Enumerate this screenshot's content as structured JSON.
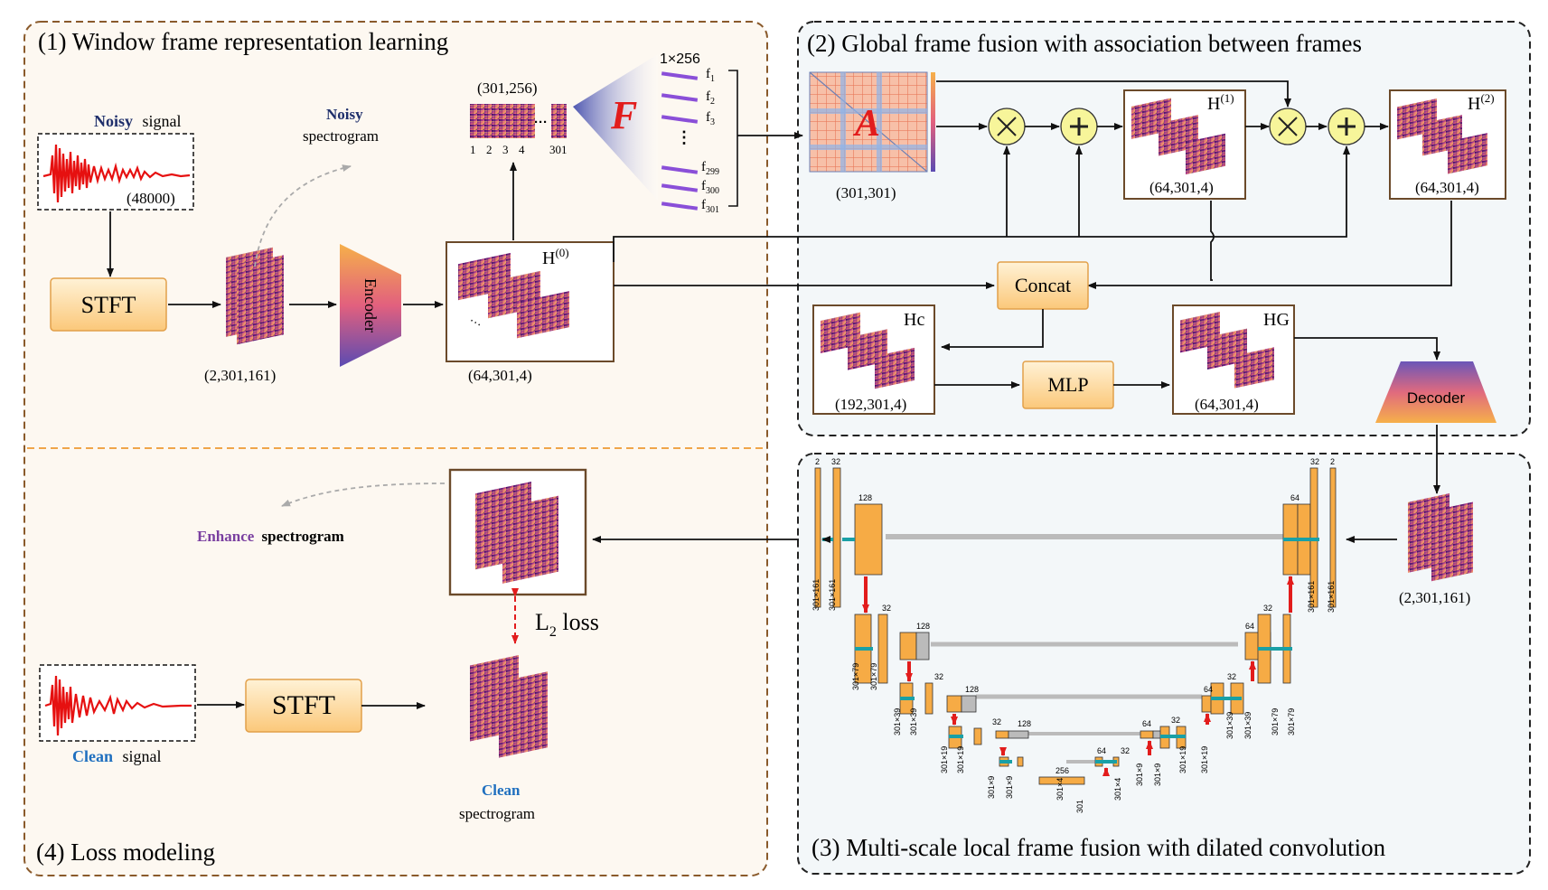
{
  "panels": {
    "p1": "(1) Window frame representation learning",
    "p2": "(2) Global frame fusion with association between frames",
    "p3": "(3) Multi-scale local frame fusion with dilated convolution",
    "p4": "(4) Loss modeling"
  },
  "noisy": {
    "signal_word": "Noisy",
    "signal_rest": "signal",
    "length": "(48000)",
    "spec_word": "Noisy",
    "spec_rest": "spectrogram"
  },
  "clean": {
    "signal_word": "Clean",
    "signal_rest": "signal",
    "spec_word": "Clean",
    "spec_rest": "spectrogram"
  },
  "enhance": {
    "word": "Enhance",
    "rest": "spectrogram"
  },
  "blocks": {
    "stft": "STFT",
    "encoder": "Encoder",
    "decoder": "Decoder",
    "concat": "Concat",
    "mlp": "MLP"
  },
  "shapes": {
    "stft_out": "(2,301,161)",
    "h0": "(64,301,4)",
    "frames": "(301,256)",
    "att": "(301,301)",
    "h1": "(64,301,4)",
    "h2": "(64,301,4)",
    "hc": "(192,301,4)",
    "hg": "(64,301,4)",
    "dec_out": "(2,301,161)"
  },
  "labels": {
    "H0": "H",
    "H0_sup": "(0)",
    "H1": "H",
    "H1_sup": "(1)",
    "H2": "H",
    "H2_sup": "(2)",
    "Hc": "Hc",
    "HG": "HG",
    "F": "F",
    "A": "A",
    "dim": "1×256",
    "frame_idx": [
      "1",
      "2",
      "3",
      "4"
    ],
    "frame_dots": "···",
    "frame_last": "301",
    "f1": "f",
    "f1s": "1",
    "f2": "f",
    "f2s": "2",
    "f3": "f",
    "f3s": "3",
    "f299": "f",
    "f299s": "299",
    "f300": "f",
    "f300s": "300",
    "f301": "f",
    "f301s": "301",
    "vdots": "⋮",
    "loss": "L",
    "loss_sub": "2",
    "loss_rest": " loss"
  },
  "unet": {
    "ch": [
      "2",
      "32",
      "128",
      "32",
      "128",
      "32",
      "128",
      "32",
      "128",
      "256",
      "64",
      "32",
      "64",
      "32",
      "64",
      "32",
      "64",
      "32",
      "2"
    ],
    "dims": [
      "301×161",
      "301×161",
      "301×79",
      "301×79",
      "301×39",
      "301×39",
      "301×19",
      "301×19",
      "301×9",
      "301×9",
      "301×4",
      "301",
      "301×4",
      "301×9",
      "301×9",
      "301×19",
      "301×19",
      "301×39",
      "301×39",
      "301×79",
      "301×79",
      "301×161",
      "301×161"
    ]
  },
  "colors": {
    "panel_bg": "#fdf8f1",
    "panel2_bg": "#f3f7f9",
    "orange_dash": "#8a5a2b",
    "stft_fill": "#fcd79a",
    "circle_fill": "#f7f59a",
    "noisy_blue": "#1f2f6b",
    "clean_blue": "#1f6fbf",
    "enhance_purple": "#7a3fa0",
    "red": "#e21c1c",
    "unet_block": "#f6ab45",
    "teal": "#1aa0a6"
  }
}
